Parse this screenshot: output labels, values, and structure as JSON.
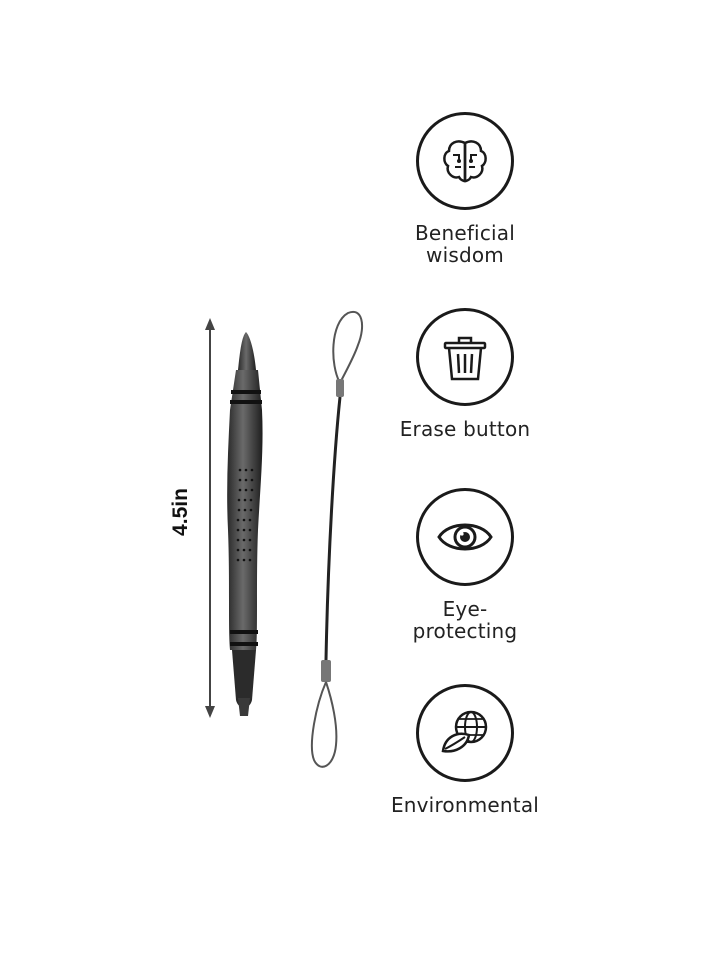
{
  "product": {
    "length_label": "4.5in"
  },
  "features": [
    {
      "icon": "brain-icon",
      "label_line1": "Beneficial",
      "label_line2": "wisdom"
    },
    {
      "icon": "trash-can-icon",
      "label_line1": "Erase button",
      "label_line2": ""
    },
    {
      "icon": "eye-icon",
      "label_line1": "Eye-",
      "label_line2": "protecting"
    },
    {
      "icon": "globe-leaf-icon",
      "label_line1": "Environmental",
      "label_line2": ""
    }
  ]
}
